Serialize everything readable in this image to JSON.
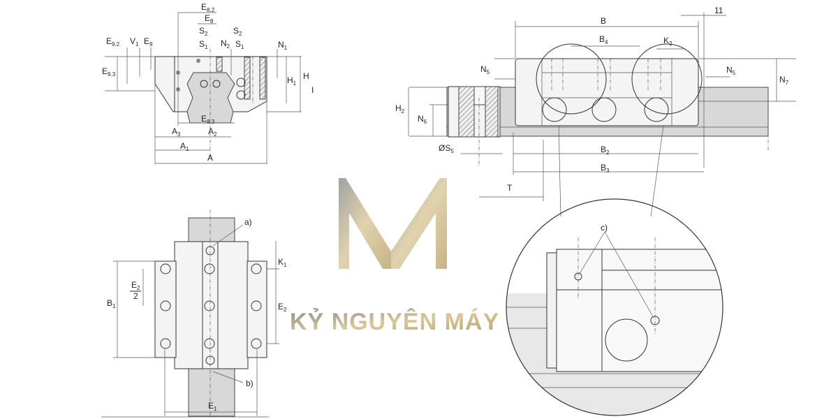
{
  "labels": {
    "e82": {
      "main": "E",
      "sub": "8.2"
    },
    "e8": {
      "main": "E",
      "sub": "8"
    },
    "s2a": {
      "main": "S",
      "sub": "2"
    },
    "s1a": {
      "main": "S",
      "sub": "1"
    },
    "n2": {
      "main": "N",
      "sub": "2"
    },
    "s2b": {
      "main": "S",
      "sub": "2"
    },
    "s1b": {
      "main": "S",
      "sub": "1"
    },
    "n1": {
      "main": "N",
      "sub": "1"
    },
    "e92": {
      "main": "E",
      "sub": "9.2"
    },
    "v1": {
      "main": "V",
      "sub": "1"
    },
    "e9": {
      "main": "E",
      "sub": "9"
    },
    "e93": {
      "main": "E",
      "sub": "9.3"
    },
    "h1": {
      "main": "H",
      "sub": "1"
    },
    "h": {
      "main": "H",
      "sub": ""
    },
    "i": {
      "main": "I",
      "sub": ""
    },
    "e83": {
      "main": "E",
      "sub": "8.3"
    },
    "a3": {
      "main": "A",
      "sub": "3"
    },
    "a2": {
      "main": "A",
      "sub": "2"
    },
    "a1": {
      "main": "A",
      "sub": "1"
    },
    "a": {
      "main": "A",
      "sub": ""
    },
    "note_a": {
      "main": "a)",
      "sub": ""
    },
    "k1": {
      "main": "K",
      "sub": "1"
    },
    "e2half_num": {
      "main": "E",
      "sub": "2"
    },
    "e2half_den": {
      "main": "2",
      "sub": ""
    },
    "b1": {
      "main": "B",
      "sub": "1"
    },
    "e2": {
      "main": "E",
      "sub": "2"
    },
    "note_b": {
      "main": "b)",
      "sub": ""
    },
    "e1": {
      "main": "E",
      "sub": "1"
    },
    "b": {
      "main": "B",
      "sub": ""
    },
    "eleven": {
      "main": "11",
      "sub": ""
    },
    "b4": {
      "main": "B",
      "sub": "4"
    },
    "k2": {
      "main": "K",
      "sub": "2"
    },
    "n5a": {
      "main": "N",
      "sub": "5"
    },
    "n5b": {
      "main": "N",
      "sub": "5"
    },
    "n7": {
      "main": "N",
      "sub": "7"
    },
    "h2": {
      "main": "H",
      "sub": "2"
    },
    "n6": {
      "main": "N",
      "sub": "6"
    },
    "s5": {
      "main": "ØS",
      "sub": "5"
    },
    "b2": {
      "main": "B",
      "sub": "2"
    },
    "b3": {
      "main": "B",
      "sub": "3"
    },
    "t": {
      "main": "T",
      "sub": ""
    },
    "note_c": {
      "main": "c)",
      "sub": ""
    }
  },
  "watermark": {
    "text": "KỶ NGUYÊN MÁY",
    "colors": [
      "#8a8a8a",
      "#e8dcb0",
      "#c9b27a"
    ]
  }
}
